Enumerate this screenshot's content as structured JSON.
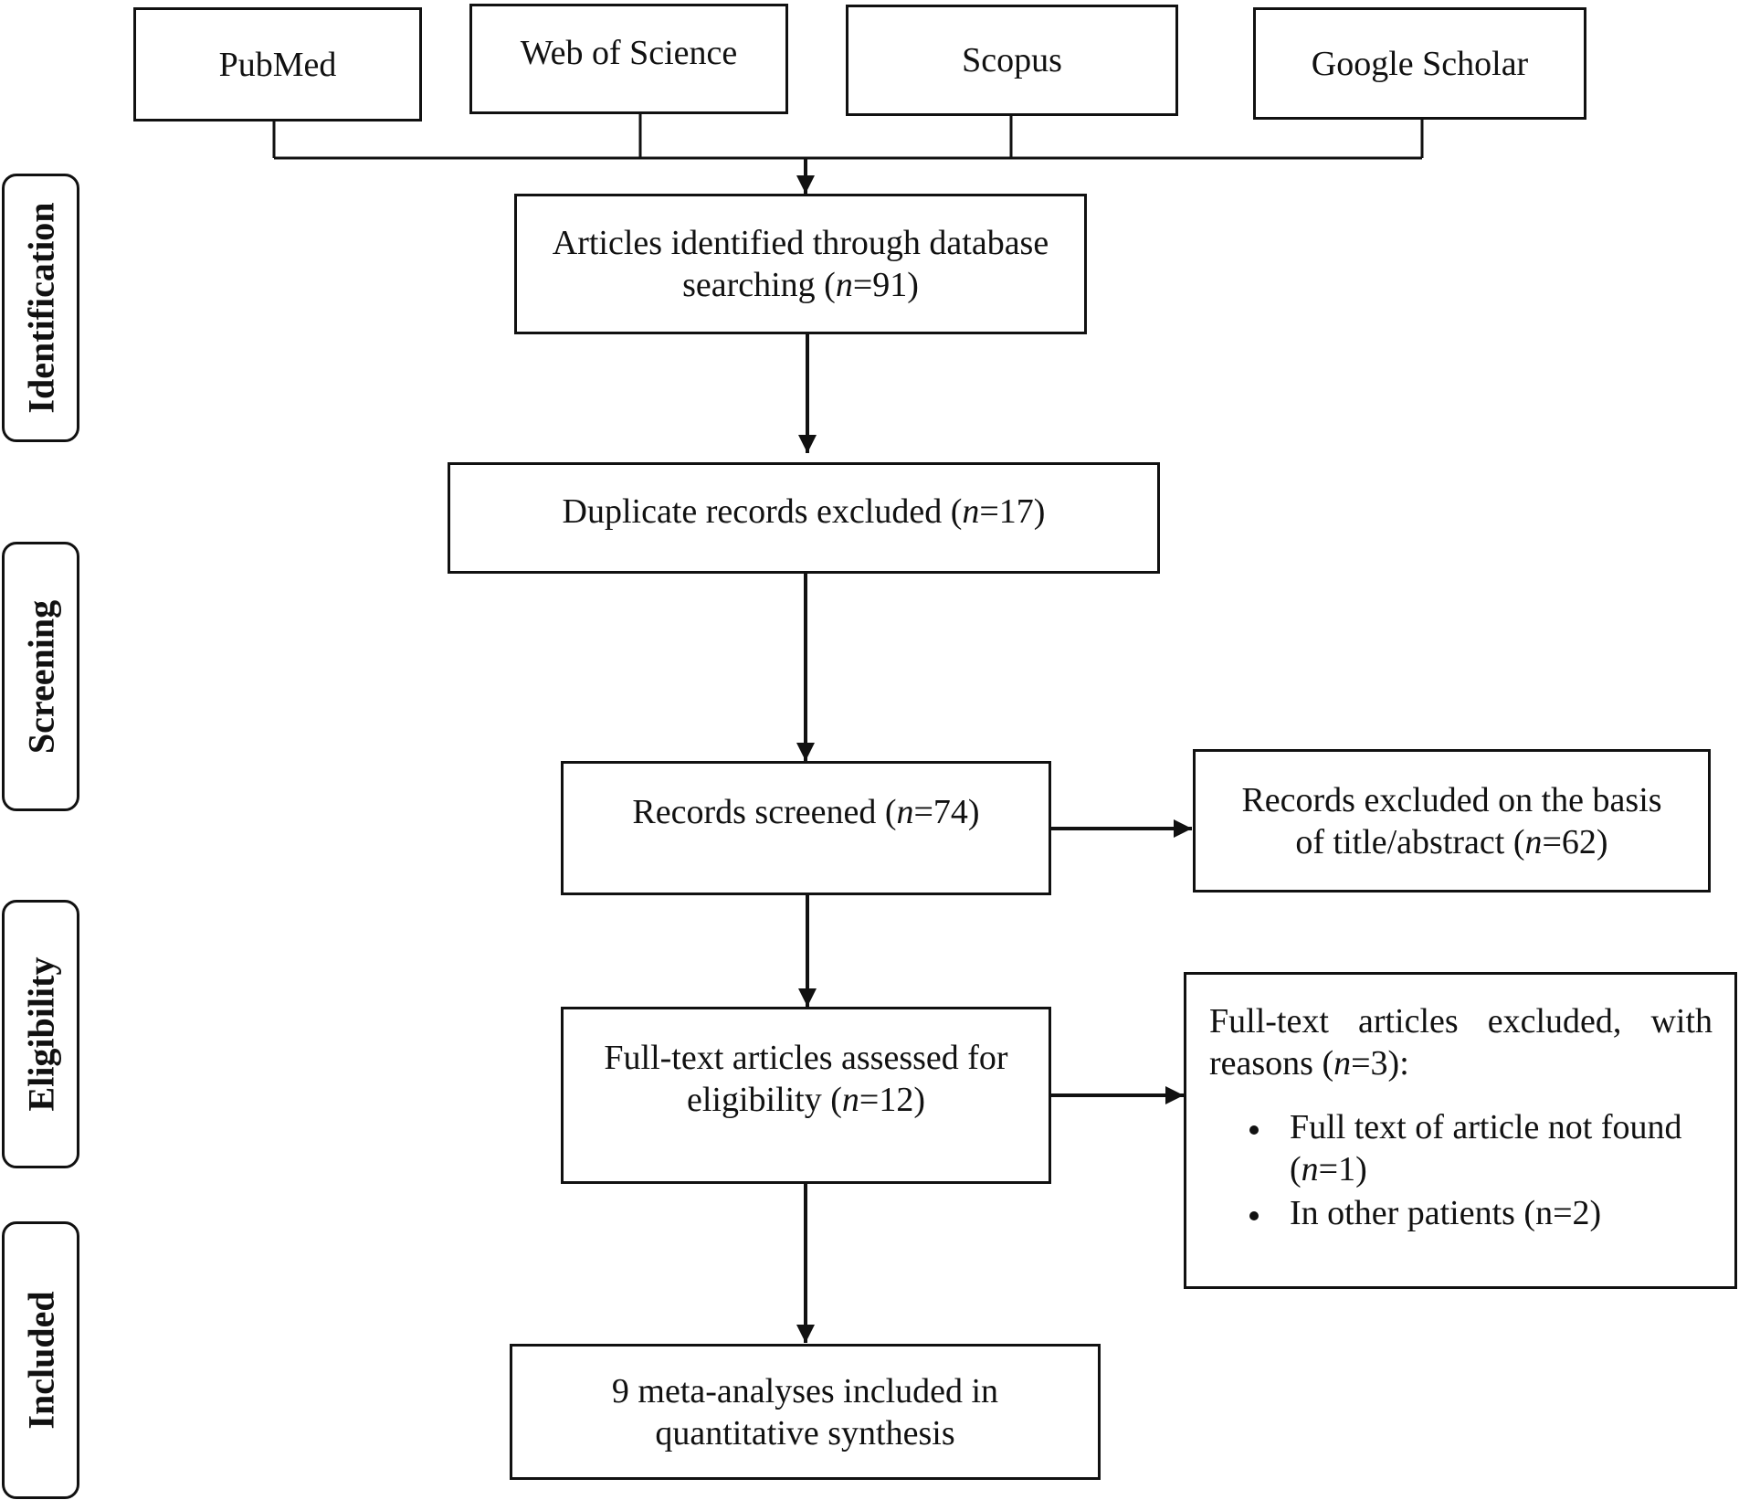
{
  "sources": [
    "PubMed",
    "Web of Science",
    "Scopus",
    "Google Scholar"
  ],
  "stages": [
    "Identification",
    "Screening",
    "Eligibility",
    "Included"
  ],
  "boxes": {
    "identified": {
      "line1": "Articles identified through database",
      "line2_pre": "searching (",
      "n_var": "n",
      "n_val": "=91)"
    },
    "duplicates": {
      "pre": "Duplicate records excluded (",
      "n_var": "n",
      "n_val": "=17)"
    },
    "screened": {
      "pre": "Records screened (",
      "n_var": "n",
      "n_val": "=74)"
    },
    "excluded_title": {
      "line1": "Records excluded on the basis",
      "line2_pre": "of title/abstract (",
      "n_var": "n",
      "n_val": "=62)"
    },
    "fulltext": {
      "line1": "Full-text articles assessed for",
      "line2_pre": "eligibility (",
      "n_var": "n",
      "n_val": "=12)"
    },
    "fulltext_excluded": {
      "line1": "Full-text articles excluded, with",
      "line2_pre": "reasons (",
      "n_var": "n",
      "n_val": "=3):",
      "reasons": [
        {
          "line1": "Full text of article not found",
          "line2_pre": "(",
          "n_var": "n",
          "n_val": "=1)"
        },
        {
          "text": "In other patients (n=2)"
        }
      ]
    },
    "included": {
      "line1": "9 meta-analyses included in",
      "line2": "quantitative synthesis"
    }
  }
}
